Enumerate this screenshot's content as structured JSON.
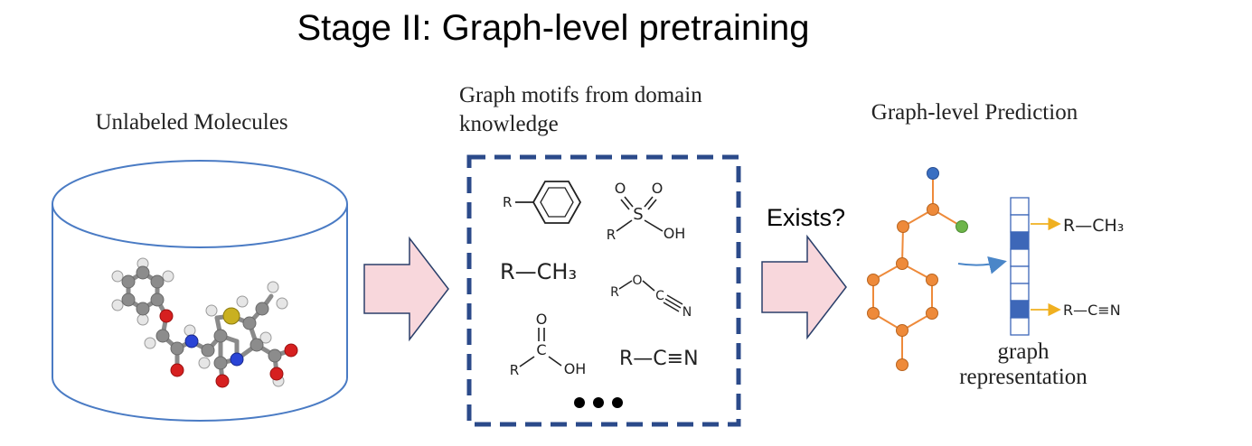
{
  "title": "Stage II: Graph-level pretraining",
  "left": {
    "label": "Unlabeled Molecules"
  },
  "middle": {
    "label_line1": "Graph motifs from domain",
    "label_line2": "knowledge",
    "motifs": {
      "benzene_r": "R",
      "sulfonic_r": "R",
      "sulfonic_s": "S",
      "sulfonic_o1": "O",
      "sulfonic_o2": "O",
      "sulfonic_oh": "OH",
      "methyl": "R—CH₃",
      "cyanate_r": "R",
      "cyanate_o": "O",
      "cyanate_c": "C",
      "cyanate_n": "N",
      "carboxyl_r": "R",
      "carboxyl_c": "C",
      "carboxyl_o": "O",
      "carboxyl_oh": "OH",
      "nitrile": "R—C≡N"
    },
    "ellipsis": "•••"
  },
  "question": "Exists?",
  "right": {
    "label": "Graph-level Prediction",
    "pred1": "R—CH₃",
    "pred2": "R—C≡N",
    "caption_line1": "graph",
    "caption_line2": "representation",
    "vector_filled": [
      false,
      false,
      true,
      false,
      false,
      false,
      true,
      false
    ]
  },
  "colors": {
    "cylinder": "#4a7bc4",
    "arrow_fill": "#f8d7dc",
    "arrow_stroke": "#2a3f6a",
    "dash_box": "#2b4a8a",
    "node_orange": "#ee8a3a",
    "node_blue": "#3a6fc2",
    "node_green": "#6db54a",
    "edge": "#ee8a3a",
    "vector_fill": "#3d67b8",
    "pointer": "#f0b020",
    "flow_arrow": "#4a86c8"
  }
}
